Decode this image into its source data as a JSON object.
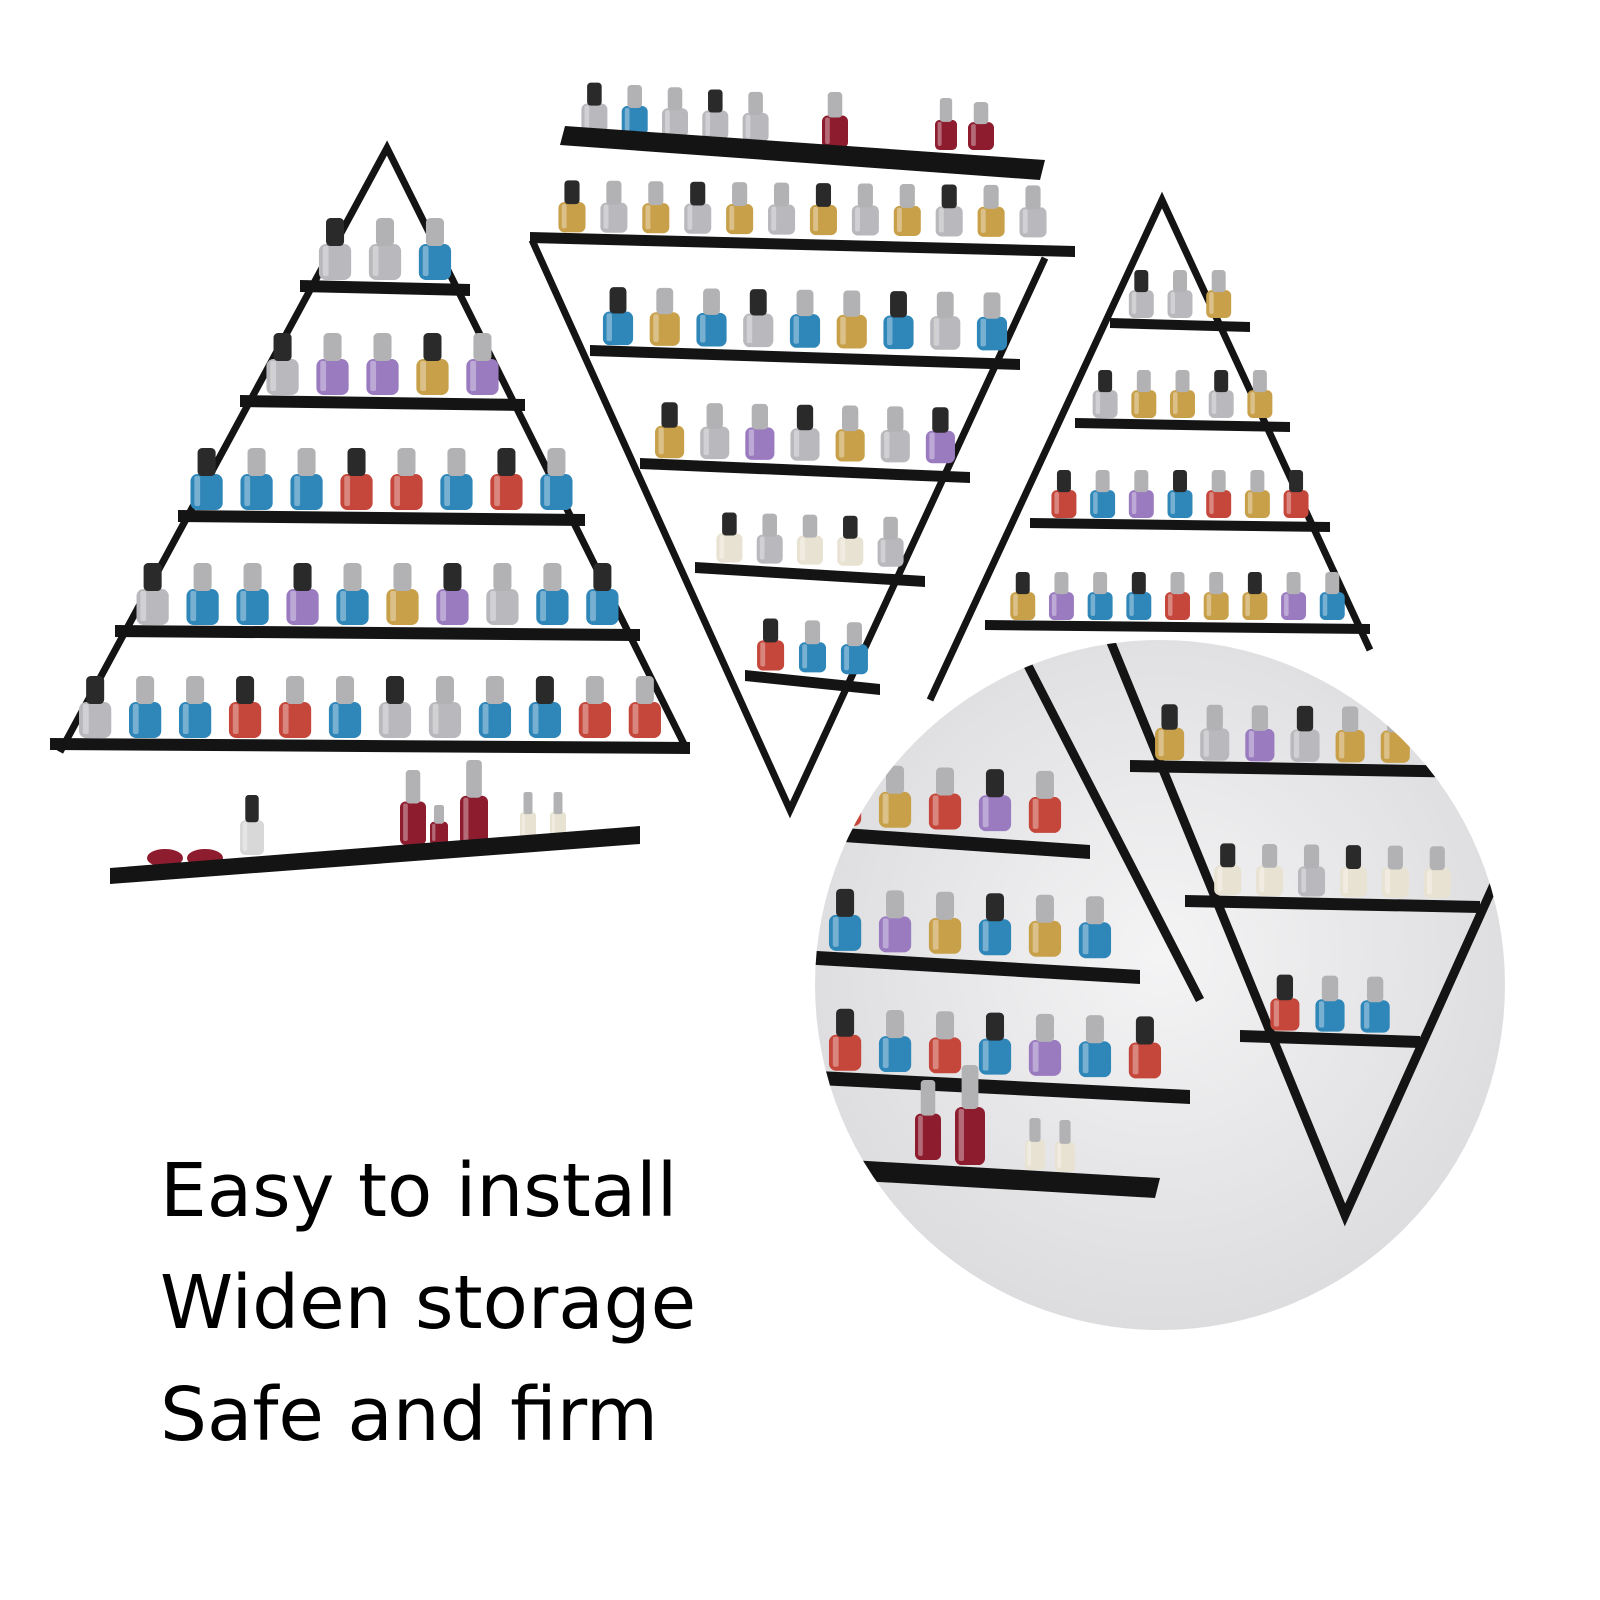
{
  "features": [
    "Easy to install",
    "Widen storage",
    "Safe and firm"
  ],
  "colors": {
    "background": "#ffffff",
    "shelf": "#141414",
    "text": "#000000",
    "inset_background": "#e6e6e8",
    "bottle_palette": [
      "#2f86b8",
      "#b9b9bd",
      "#c8a04a",
      "#c5463a",
      "#9a7bc0",
      "#8c1c2e",
      "#e8e2d2"
    ]
  }
}
